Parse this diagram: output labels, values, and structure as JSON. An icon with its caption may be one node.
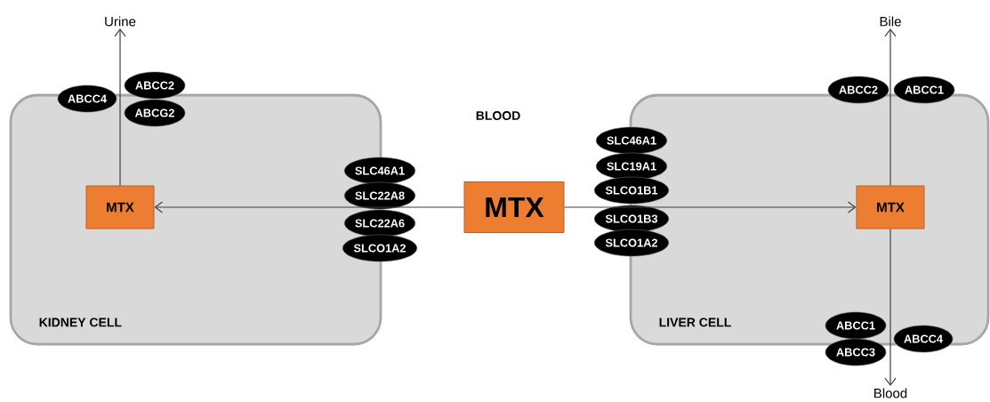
{
  "diagram": {
    "nodes": [
      {
        "text": [
          "KIDNEY CELL"
        ]
      },
      {
        "text": [
          "MTX"
        ],
        "in": 0
      },
      {
        "text": [
          "Urine"
        ]
      },
      {
        "text": [
          "ABCC4"
        ]
      },
      {
        "text": [
          "ABCC2"
        ]
      },
      {
        "text": [
          "ABCG2"
        ],
        "in": 0
      },
      {
        "text": [
          "SLC46A1"
        ]
      },
      {
        "text": [
          "SLC22A8"
        ]
      },
      {
        "text": [
          "SLC22A6"
        ]
      },
      {
        "text": [
          "SLCO1A2"
        ]
      },
      {
        "text": [
          "MTX"
        ]
      },
      {
        "text": [
          "LIVER CELL"
        ]
      },
      {
        "text": [
          "MTX"
        ],
        "in": 11
      },
      {
        "text": [
          "Bile"
        ]
      },
      {
        "text": [
          "Blood"
        ]
      },
      {
        "text": [
          "SLC46A1"
        ]
      },
      {
        "text": [
          "SLC19A1"
        ]
      },
      {
        "text": [
          "SLCO1B1"
        ]
      },
      {
        "text": [
          "SLCO1B3"
        ]
      },
      {
        "text": [
          "SLCO1A2"
        ]
      },
      {
        "text": [
          "ABCC2"
        ]
      },
      {
        "text": [
          "ABCC1"
        ]
      },
      {
        "text": [
          "ABCC1"
        ],
        "in": 11
      },
      {
        "text": [
          "ABCC4"
        ]
      },
      {
        "text": [
          "ABCC3"
        ]
      }
    ],
    "edges": [
      {
        "from": 10,
        "to": 1,
        "arrow": "to"
      },
      {
        "from": 10,
        "to": 12,
        "arrow": "to"
      },
      {
        "from": 1,
        "to": 2,
        "arrow": "to"
      },
      {
        "from": 12,
        "to": 13,
        "arrow": "to"
      },
      {
        "from": 12,
        "to": 14,
        "arrow": "to"
      }
    ],
    "labels": [
      "BLOOD"
    ]
  }
}
